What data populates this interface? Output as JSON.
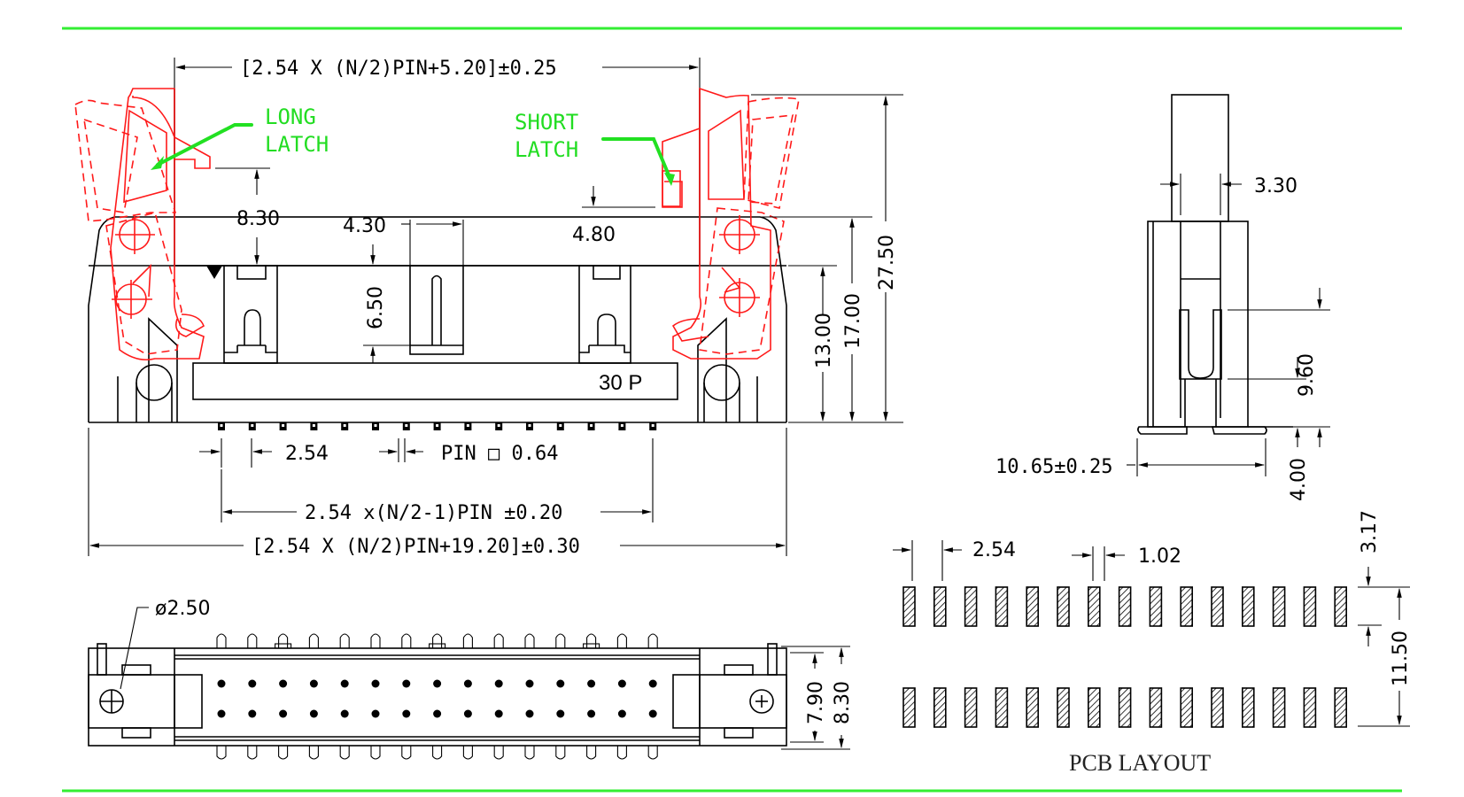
{
  "colors": {
    "rule": "#33ee33",
    "latch_outline": "#ff1a1a",
    "callout": "#22dd22",
    "ink": "#000000"
  },
  "front_view": {
    "overall_top": "[2.54  X  (N/2)PIN+5.20]±0.25",
    "long_latch": [
      "LONG",
      "LATCH"
    ],
    "short_latch": [
      "SHORT",
      "LATCH"
    ],
    "dim_8_30": "8.30",
    "dim_4_30": "4.30",
    "dim_4_80": "4.80",
    "dim_6_50": "6.50",
    "pin_count_label": "30 P",
    "dim_13_00": "13.00",
    "dim_17_00": "17.00",
    "dim_27_50": "27.50",
    "pitch": "2.54",
    "pin_size": "PIN  □  0.64",
    "pin_span": "2.54  x(N/2-1)PIN  ±0.20",
    "overall_bottom": "[2.54  X  (N/2)PIN+19.20]±0.30"
  },
  "side_view": {
    "dim_3_30": "3.30",
    "dim_9_60": "9.60",
    "dim_10_65": "10.65±0.25",
    "dim_4_00": "4.00"
  },
  "top_view": {
    "hole_dia": "ø2.50",
    "dim_7_90": "7.90",
    "dim_8_30": "8.30"
  },
  "pcb_layout": {
    "title": "PCB  LAYOUT",
    "pitch": "2.54",
    "pad_width": "1.02",
    "pad_length": "3.17",
    "row_spacing": "11.50",
    "pads_per_row": 15
  }
}
